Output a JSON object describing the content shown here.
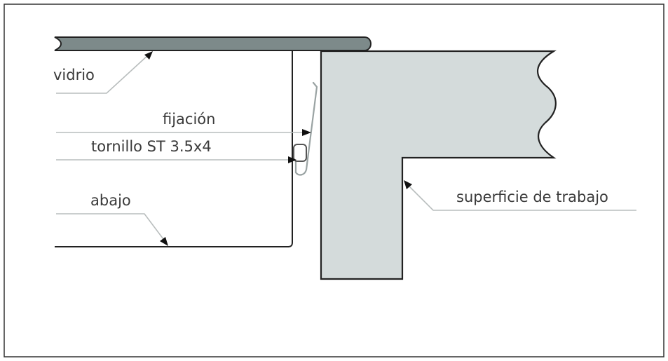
{
  "labels": {
    "glass": "vidrio",
    "fixing": "fijación",
    "screw": "tornillo ST 3.5x4",
    "bottom": "abajo",
    "worktop": "superficie de trabajo"
  },
  "colors": {
    "frame": "#333333",
    "glass_fill": "#7d8a8a",
    "worktop_fill": "#d4dbdb",
    "leader": "#b8bdbd",
    "line": "#222222",
    "clip": "#9aa3a3",
    "text": "#3a3a3a"
  }
}
